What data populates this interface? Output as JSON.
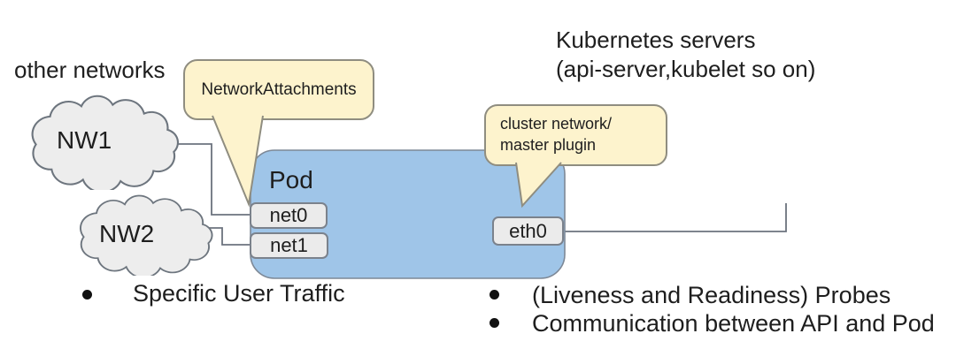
{
  "labels": {
    "other_networks": "other networks",
    "kubernetes_servers": {
      "line1": "Kubernetes servers",
      "line2": "(api-server,kubelet so on)"
    },
    "nw1": "NW1",
    "nw2": "NW2",
    "pod": "Pod",
    "net0": "net0",
    "net1": "net1",
    "eth0": "eth0"
  },
  "callouts": {
    "network_attachments": "NetworkAttachments",
    "cluster_network": {
      "line1": "cluster network/",
      "line2": "master plugin"
    }
  },
  "bullets": {
    "left": [
      "Specific User Traffic"
    ],
    "right": [
      "(Liveness and Readiness) Probes",
      "Communication between API and Pod"
    ]
  },
  "colors": {
    "pod_fill": "#9fc5e8",
    "callout_fill": "#fdf3cd",
    "box_fill": "#ebebeb",
    "cloud_fill": "#ededed",
    "connector_stroke": "#6c737e",
    "text": "#1e1e1e"
  }
}
